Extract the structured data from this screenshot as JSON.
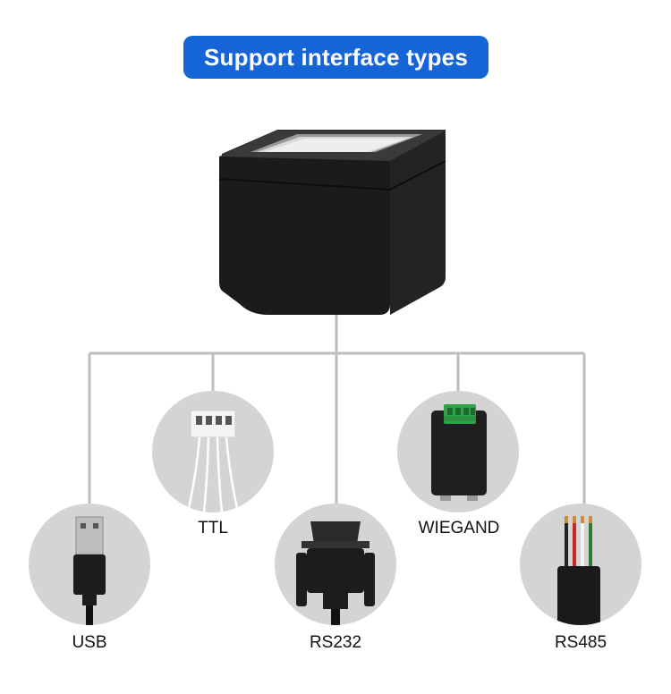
{
  "title": "Support interface types",
  "colors": {
    "title_bg": "#1565d8",
    "title_text": "#ffffff",
    "connector": "#bdbdbd",
    "circle": "#d4d4d4"
  },
  "interfaces": [
    {
      "label": "USB",
      "icon": "usb-connector-icon"
    },
    {
      "label": "TTL",
      "icon": "ttl-connector-icon"
    },
    {
      "label": "RS232",
      "icon": "rs232-connector-icon"
    },
    {
      "label": "WIEGAND",
      "icon": "wiegand-module-icon"
    },
    {
      "label": "RS485",
      "icon": "rs485-cable-icon"
    }
  ]
}
